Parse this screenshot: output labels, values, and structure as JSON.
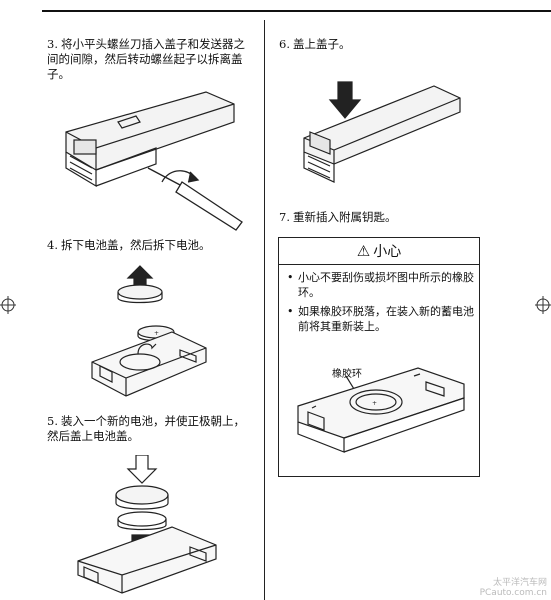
{
  "header": {
    "section_title": ""
  },
  "left": {
    "step3": {
      "number": "3.",
      "text": "将小平头螺丝刀插入盖子和发送器之间的间隙，然后转动螺丝起子以拆离盖子。"
    },
    "step4": {
      "number": "4.",
      "text": "拆下电池盖，然后拆下电池。"
    },
    "step5": {
      "number": "5.",
      "text": "装入一个新的电池，并使正极朝上，然后盖上电池盖。"
    }
  },
  "right": {
    "step6": {
      "number": "6.",
      "text": "盖上盖子。"
    },
    "step7": {
      "number": "7.",
      "text": "重新插入附属钥匙。"
    },
    "caution": {
      "icon": "warning-triangle-icon",
      "title": "小心",
      "bullets": [
        "小心不要刮伤或损坏图中所示的橡胶环。",
        "如果橡胶环脱落，在装入新的蓄电池前将其重新装上。"
      ],
      "callout_label": "橡胶环"
    }
  },
  "watermark": {
    "line1": "太平洋汽车网",
    "line2": "PCauto.com.cn"
  }
}
